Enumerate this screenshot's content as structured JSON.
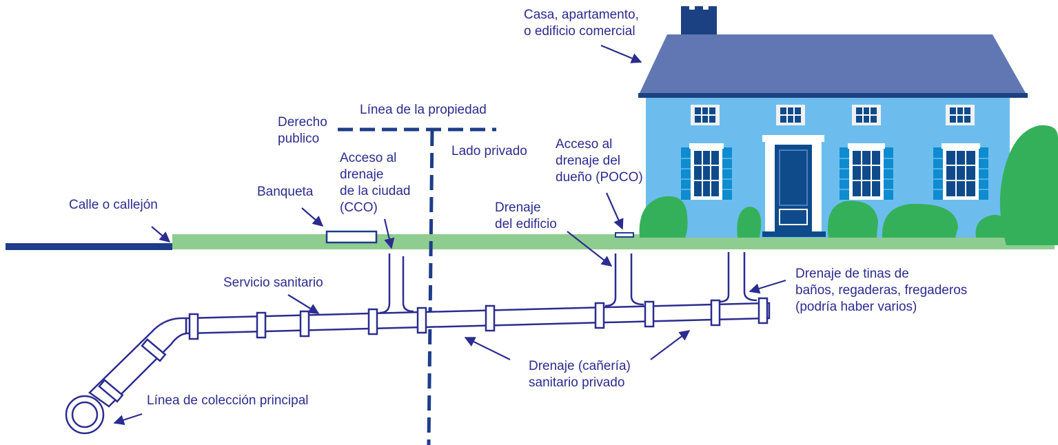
{
  "colors": {
    "navy": "#2b2c8f",
    "road": "#1d3d8a",
    "ground": "#8fcc8f",
    "house_wall": "#6cbdee",
    "roof": "#6077b3",
    "door": "#0f4b8b",
    "shrub": "#35b05a",
    "pipe_fill": "#ffffff"
  },
  "labels": {
    "house": "Casa, apartamento,\no edificio comercial",
    "property_line": "Línea de la propiedad",
    "public_row": "Derecho\npublico",
    "private_side": "Lado privado",
    "cco": "Acceso al\ndrenaje\nde la ciudad\n(CCO)",
    "sidewalk": "Banqueta",
    "street": "Calle o callejón",
    "poco": "Acceso al\ndrenaje del\ndueño (POCO)",
    "building_drain": "Drenaje\ndel edificio",
    "fixture_drains": "Drenaje de tinas de\nbaños, regaderas, fregaderos\n(podría haber varios)",
    "sanitary_service": "Servicio sanitario",
    "private_sewer": "Drenaje (cañería)\nsanitario privado",
    "main_line": "Línea de colección principal"
  }
}
